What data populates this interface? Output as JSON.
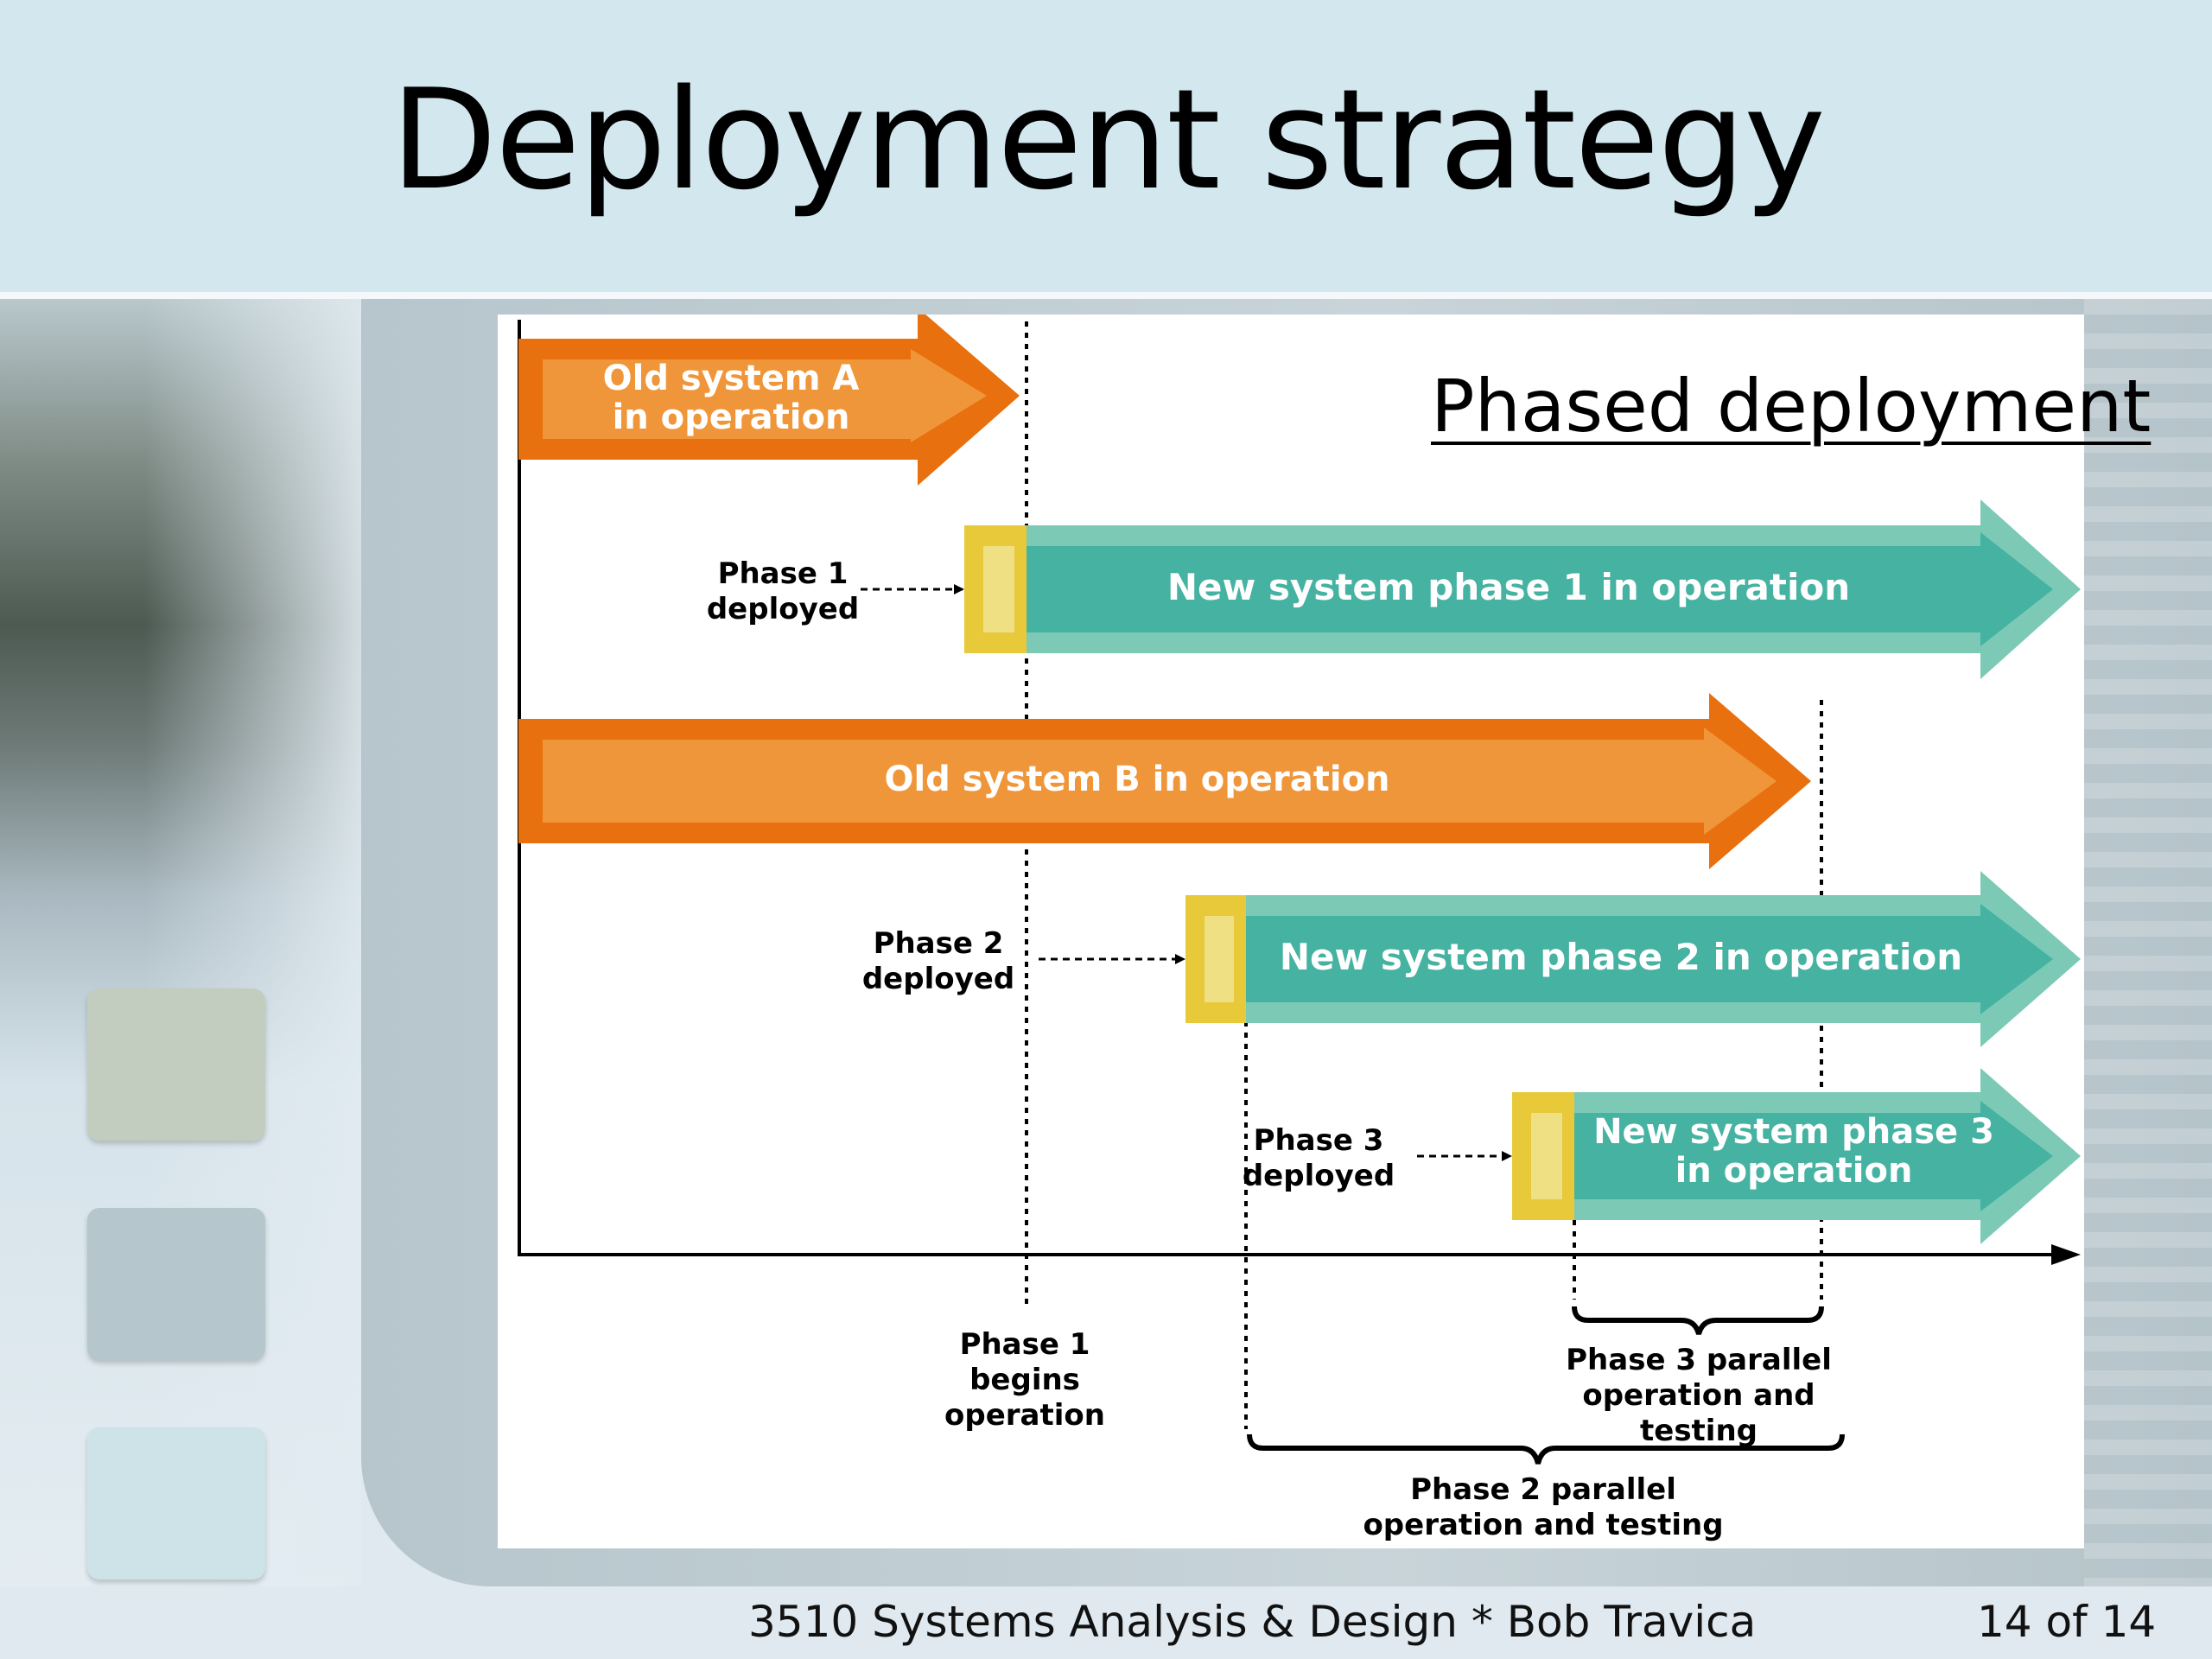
{
  "slide": {
    "title": "Deployment strategy",
    "footer_course": "3510 Systems Analysis & Design * Bob Travica",
    "footer_page": "14 of 14"
  },
  "diagram": {
    "heading": "Phased deployment",
    "bars": {
      "old_a": "Old system A\nin operation",
      "new_1": "New system phase 1 in operation",
      "old_b": "Old system B in operation",
      "new_2": "New system phase 2 in operation",
      "new_3": "New system phase 3\nin operation"
    },
    "annotations": {
      "phase1_deployed": "Phase 1\ndeployed",
      "phase2_deployed": "Phase 2\ndeployed",
      "phase3_deployed": "Phase 3\ndeployed",
      "phase1_begins": "Phase 1\nbegins\noperation",
      "phase3_parallel": "Phase 3 parallel\noperation and testing",
      "phase2_parallel": "Phase 2 parallel\noperation and testing"
    }
  },
  "colors": {
    "old_system": "#e8700e",
    "old_system_inner": "#f0963a",
    "new_system": "#45b2a2",
    "new_system_light": "#7ccab6",
    "deploy_marker": "#e7c93a",
    "deploy_marker_inner": "#efe083"
  }
}
